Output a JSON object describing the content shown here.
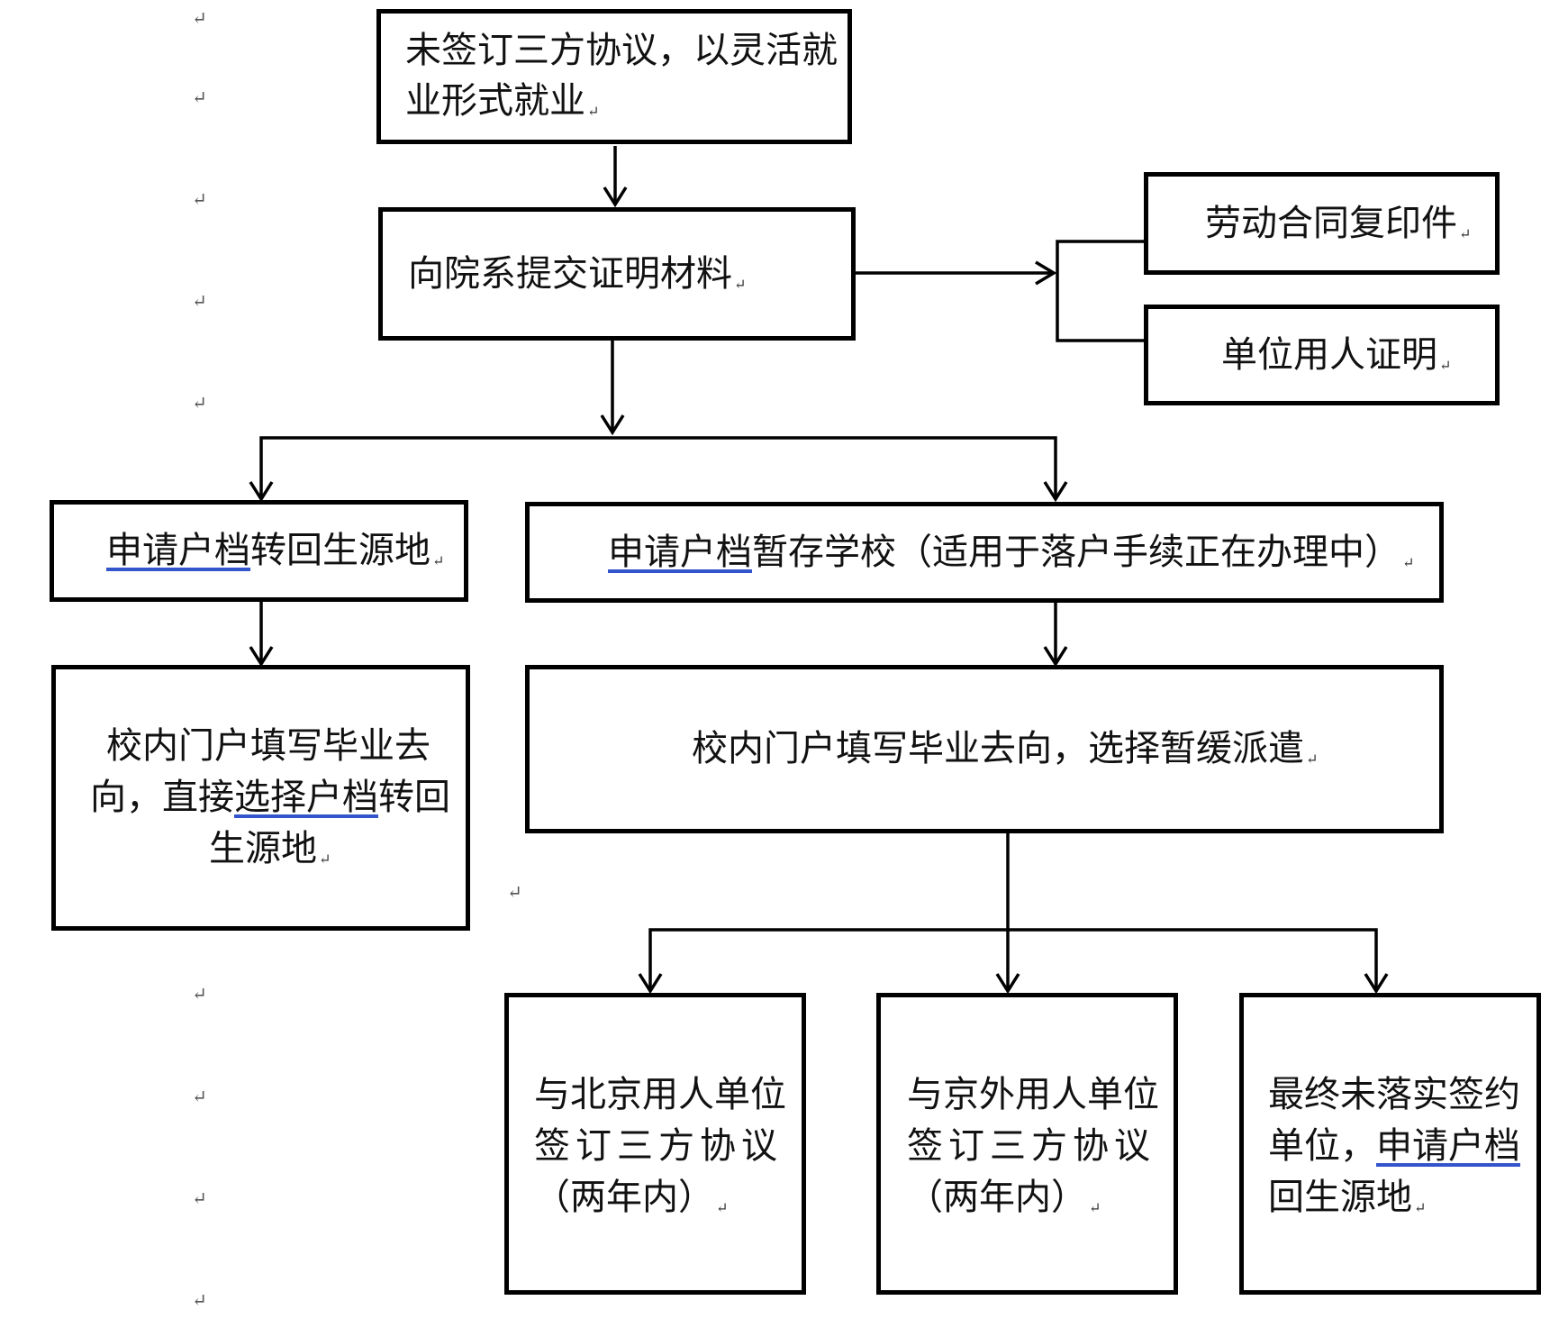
{
  "colors": {
    "line": "#000000",
    "text": "#111111",
    "underline": "#3355cc",
    "background": "#ffffff"
  },
  "return_mark": "↵",
  "nodes": {
    "flexible_employment": {
      "line1": "未签订三方协议，以灵活就",
      "line2": "业形式就业"
    },
    "submit_proof": "向院系提交证明材料",
    "labor_contract_copy": "劳动合同复印件",
    "employer_proof": "单位用人证明",
    "return_archive": {
      "part_a": "申请户档",
      "part_b": "转回生源地"
    },
    "store_archive": {
      "part_a": "申请户档",
      "part_b": "暂存学校（适用于落户手续正在办理中）"
    },
    "portal_return": {
      "line1": "校内门户填写毕业去",
      "line2_a": "向，直接",
      "line2_b": "选择户档",
      "line2_c": "转回",
      "line3": "生源地"
    },
    "portal_defer": "校内门户填写毕业去向，选择暂缓派遣",
    "beijing_employer": {
      "line1": "与北京用人单位",
      "line2": "签订三方协议",
      "line3": "（两年内）"
    },
    "outside_employer": {
      "line1": "与京外用人单位",
      "line2": "签订三方协议",
      "line3": "（两年内）"
    },
    "no_employer": {
      "line1": "最终未落实签约",
      "line2_a": "单位，",
      "line2_b": "申请户档",
      "line3": "回生源地"
    }
  }
}
